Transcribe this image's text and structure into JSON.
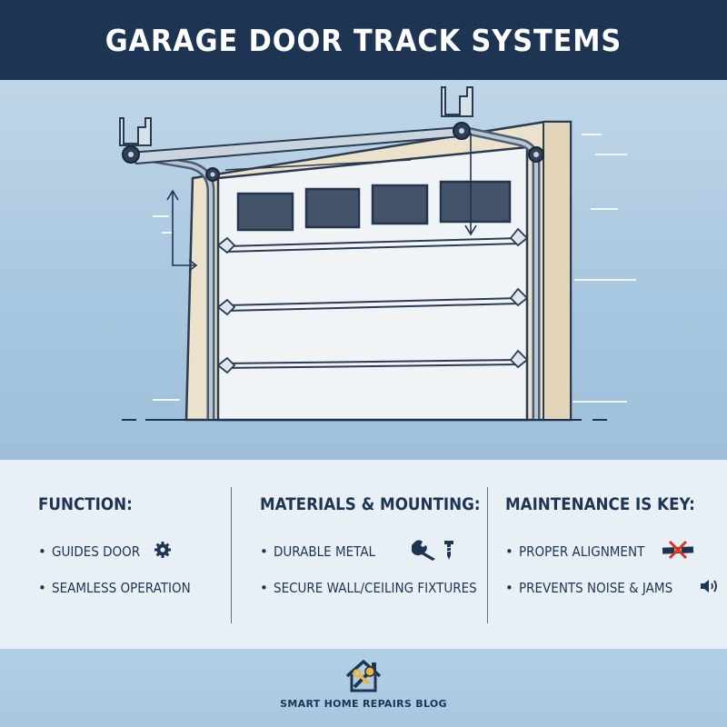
{
  "title": "GARAGE DOOR TRACK SYSTEMS",
  "columns": [
    {
      "heading": "FUNCTION:",
      "items": [
        {
          "text": "GUIDES DOOR",
          "icon": "gear-icon"
        },
        {
          "text": "SEAMLESS OPERATION",
          "icon": ""
        }
      ]
    },
    {
      "heading": "MATERIALS & MOUNTING:",
      "items": [
        {
          "text": "DURABLE METAL",
          "icon": "wrench-screw-icon"
        },
        {
          "text": "SECURE WALL/CEILING FIXTURES",
          "icon": ""
        }
      ]
    },
    {
      "heading": "MAINTENANCE IS KEY:",
      "items": [
        {
          "text": "PROPER ALIGNMENT",
          "icon": "level-misaligned-icon"
        },
        {
          "text": "PREVENTS NOISE & JAMS",
          "icon": "speaker-icon"
        }
      ]
    }
  ],
  "footer": {
    "brand": "SMART HOME REPAIRS BLOG",
    "logo_icon": "house-wrench-icon"
  },
  "colors": {
    "navy": "#1d3553",
    "sky": "#a7c6df",
    "panel": "#e8f0f6",
    "accent_red": "#d9312b",
    "accent_yellow": "#f2b632"
  }
}
